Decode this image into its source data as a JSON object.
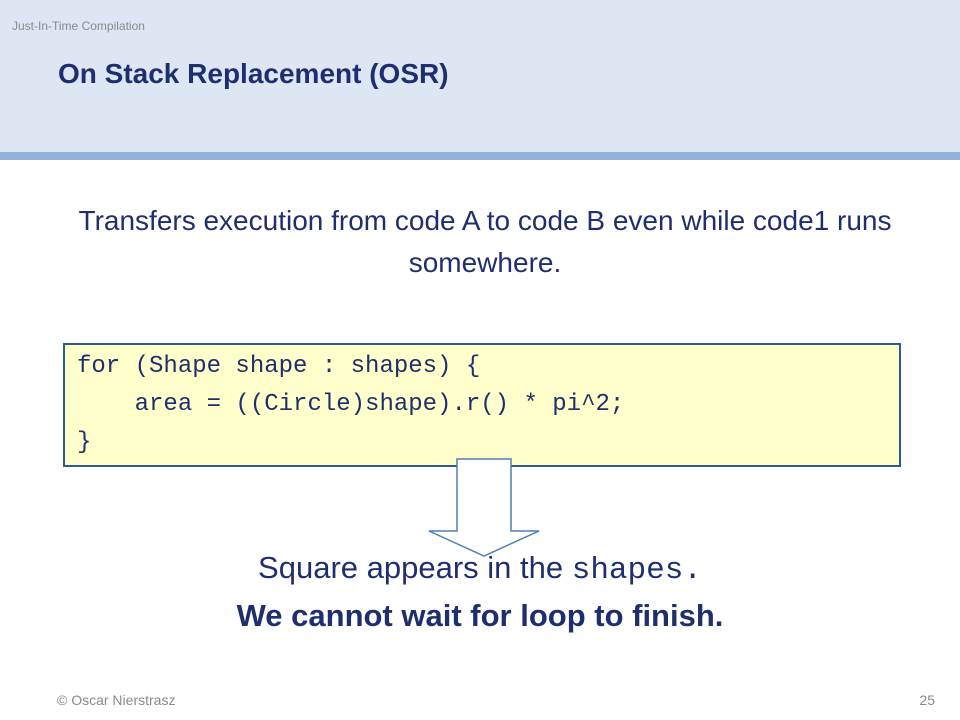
{
  "header": {
    "section": "Just-In-Time Compilation",
    "title": "On Stack Replacement (OSR)"
  },
  "body": {
    "lead": "Transfers execution from code A to code B even while code1 runs somewhere.",
    "code": [
      "for (Shape shape : shapes) {",
      "    area = ((Circle)shape).r() * pi^2;",
      "}"
    ],
    "note_prefix": "Square appears in the ",
    "note_code": "shapes.",
    "note_bold": "We cannot wait for loop to finish."
  },
  "footer": {
    "copyright": "© Oscar Nierstrasz",
    "page_number": "25"
  },
  "colors": {
    "title": "#1f2f6e",
    "header_band": "#dde7f3",
    "header_rule": "#94b3d9",
    "code_background": "#ffffcc",
    "code_border": "#2e5c8a"
  }
}
